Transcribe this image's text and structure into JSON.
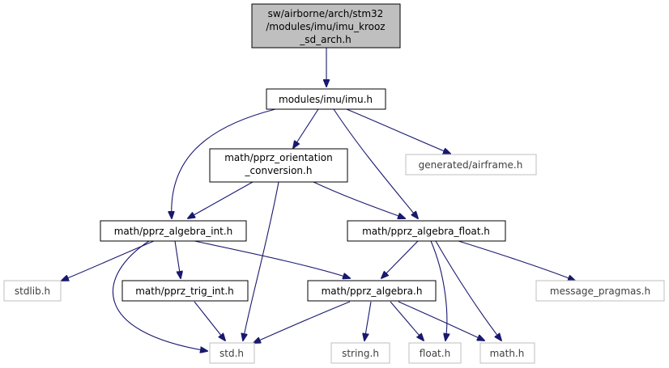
{
  "nodes": {
    "root": {
      "lines": [
        "sw/airborne/arch/stm32",
        "/modules/imu/imu_krooz",
        "_sd_arch.h"
      ]
    },
    "imu": {
      "lines": [
        "modules/imu/imu.h"
      ]
    },
    "orient": {
      "lines": [
        "math/pprz_orientation",
        "_conversion.h"
      ]
    },
    "airframe": {
      "lines": [
        "generated/airframe.h"
      ]
    },
    "alg_int": {
      "lines": [
        "math/pprz_algebra_int.h"
      ]
    },
    "alg_float": {
      "lines": [
        "math/pprz_algebra_float.h"
      ]
    },
    "stdlib": {
      "lines": [
        "stdlib.h"
      ]
    },
    "trig": {
      "lines": [
        "math/pprz_trig_int.h"
      ]
    },
    "alg": {
      "lines": [
        "math/pprz_algebra.h"
      ]
    },
    "msg": {
      "lines": [
        "message_pragmas.h"
      ]
    },
    "std": {
      "lines": [
        "std.h"
      ]
    },
    "string": {
      "lines": [
        "string.h"
      ]
    },
    "float": {
      "lines": [
        "float.h"
      ]
    },
    "math": {
      "lines": [
        "math.h"
      ]
    }
  },
  "edges": [
    [
      "root",
      "imu"
    ],
    [
      "imu",
      "alg_int"
    ],
    [
      "imu",
      "orient"
    ],
    [
      "imu",
      "alg_float"
    ],
    [
      "imu",
      "airframe"
    ],
    [
      "orient",
      "alg_int"
    ],
    [
      "orient",
      "alg_float"
    ],
    [
      "orient",
      "std"
    ],
    [
      "alg_int",
      "stdlib"
    ],
    [
      "alg_int",
      "trig"
    ],
    [
      "alg_int",
      "alg"
    ],
    [
      "alg_int",
      "std"
    ],
    [
      "alg_float",
      "alg"
    ],
    [
      "alg_float",
      "msg"
    ],
    [
      "alg_float",
      "float"
    ],
    [
      "alg_float",
      "math"
    ],
    [
      "trig",
      "std"
    ],
    [
      "alg",
      "std"
    ],
    [
      "alg",
      "string"
    ],
    [
      "alg",
      "float"
    ],
    [
      "alg",
      "math"
    ]
  ]
}
